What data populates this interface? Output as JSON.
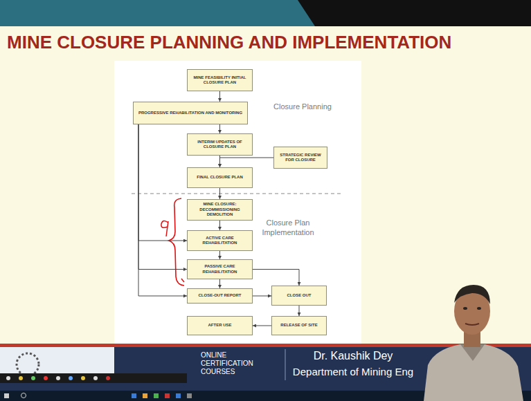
{
  "diagram": {
    "title": "MINE CLOSURE PLANNING AND IMPLEMENTATION",
    "nodes": [
      {
        "text": [
          "MINE FEASIBILITY INITIAL CLOSURE PLAN"
        ]
      },
      {
        "text": [
          "PROGRESSIVE REHABILITATION AND MONITORING"
        ]
      },
      {
        "text": [
          "INTERIM UPDATES OF CLOSURE PLAN"
        ]
      },
      {
        "text": [
          "STRATEGIC REVIEW FOR CLOSURE"
        ]
      },
      {
        "text": [
          "FINAL CLOSURE PLAN"
        ]
      },
      {
        "text": [
          "MINE CLOSURE: DECOMMISSIONING DEMOLITION"
        ]
      },
      {
        "text": [
          "ACTIVE CARE REHABILITATION"
        ]
      },
      {
        "text": [
          "PASSIVE CARE REHABILITATION"
        ]
      },
      {
        "text": [
          "CLOSE-OUT REPORT"
        ]
      },
      {
        "text": [
          "CLOSE OUT"
        ]
      },
      {
        "text": [
          "RELEASE OF SITE"
        ]
      },
      {
        "text": [
          "AFTER USE"
        ]
      }
    ],
    "edges": [
      {
        "from": 0,
        "to": 1,
        "arrow": "to"
      },
      {
        "from": 1,
        "to": 2,
        "arrow": "to"
      },
      {
        "from": 2,
        "to": 4,
        "arrow": "to"
      },
      {
        "from": 3,
        "to": 4,
        "arrow": "to"
      },
      {
        "from": 4,
        "to": 5,
        "arrow": "to"
      },
      {
        "from": 5,
        "to": 6,
        "arrow": "to"
      },
      {
        "from": 6,
        "to": 7,
        "arrow": "to"
      },
      {
        "from": 7,
        "to": 8,
        "arrow": "to"
      },
      {
        "from": 1,
        "to": 6,
        "arrow": "to"
      },
      {
        "from": 1,
        "to": 7,
        "arrow": "to"
      },
      {
        "from": 1,
        "to": 8,
        "arrow": "to"
      },
      {
        "from": 7,
        "to": 9,
        "arrow": "to"
      },
      {
        "from": 8,
        "to": 9,
        "arrow": "to"
      },
      {
        "from": 9,
        "to": 10,
        "arrow": "to"
      },
      {
        "from": 10,
        "to": 11,
        "arrow": "to"
      }
    ],
    "labels": [
      "Closure Planning",
      "Closure Plan Implementation",
      "ONLINE CERTIFICATION COURSES",
      "Dr. Kaushik Dey",
      "Department of Mining Eng"
    ]
  }
}
